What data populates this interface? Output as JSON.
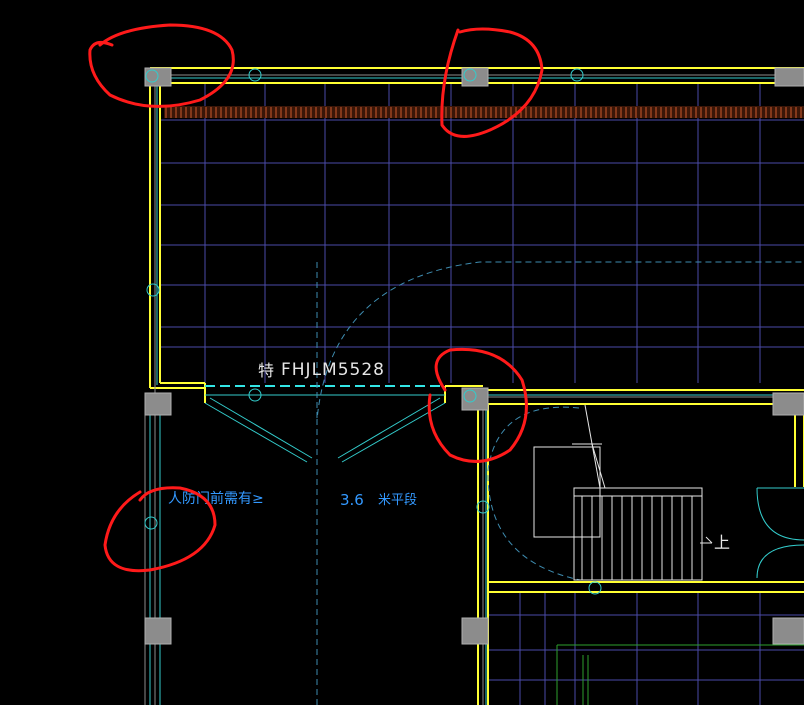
{
  "drawing": {
    "door_label": "FHJLM5528",
    "door_mark": "特",
    "annotation_left": "人防门前需有≥",
    "annotation_mid": "3.6",
    "annotation_mid_suffix": "米平段",
    "stair_up_label": "上"
  },
  "colors": {
    "background": "#000000",
    "wall": "#ffff33",
    "grid": "#4a4aa8",
    "cyan": "#33cccc",
    "label_blue": "#3399ff",
    "column": "#8c8c8c",
    "hatch": "#cc5a2e",
    "markup_red": "#ff1a1a",
    "white_line": "#e6e6e6"
  },
  "icons": {
    "column": "column-rect",
    "markup": "red-freehand-circle"
  }
}
